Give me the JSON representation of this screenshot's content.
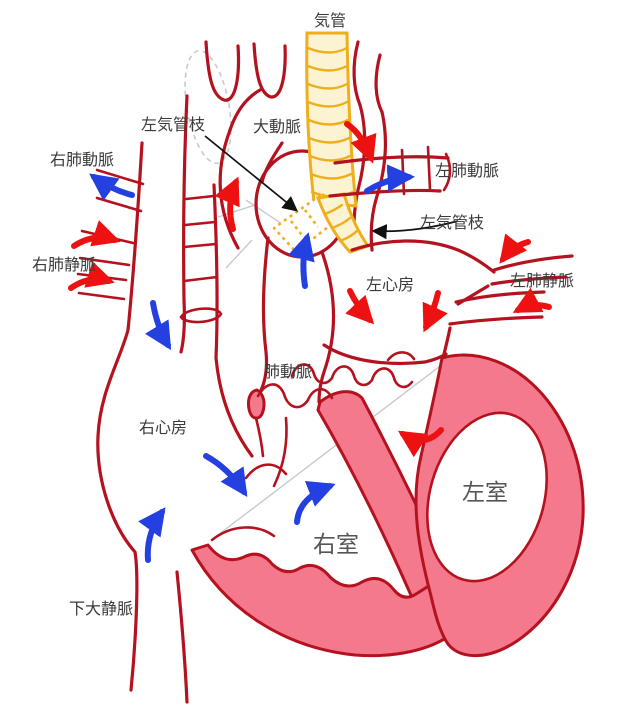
{
  "labels": {
    "trachea": "気管",
    "left_bronchus_upper": "左気管枝",
    "aorta": "大動脈",
    "right_pulmonary_artery": "右肺動脈",
    "left_pulmonary_artery": "左肺動脈",
    "left_bronchus_right": "左気管枝",
    "right_pulmonary_veins": "右肺静脈",
    "left_pulmonary_veins": "左肺静脈",
    "left_atrium": "左心房",
    "pulmonary_artery": "肺動脈",
    "right_atrium": "右心房",
    "right_ventricle": "右室",
    "left_ventricle": "左室",
    "inferior_vena_cava": "下大静脈"
  },
  "colors": {
    "vessel": "#b5121f",
    "muscle": "#f5798c",
    "trachea-fill": "#fcf3d3",
    "trachea-stroke": "#efae1c",
    "flow-blue": "#2440e0",
    "flow-red": "#ee1111",
    "label-text": "#3a3a3a",
    "ghost": "#c9c9c9"
  }
}
